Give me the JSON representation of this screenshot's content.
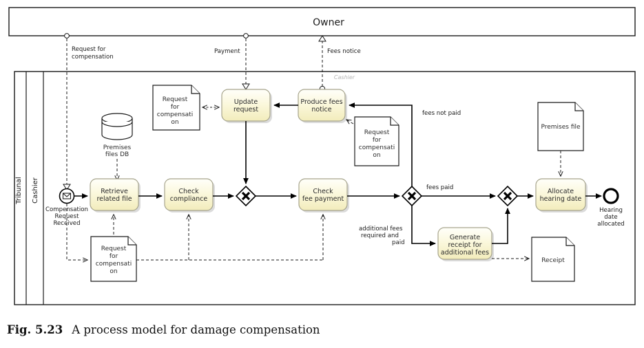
{
  "figure": {
    "number": "Fig. 5.23",
    "caption": "A process model for damage compensation"
  },
  "pools": {
    "owner": {
      "name": "Owner"
    },
    "tribunal": {
      "name": "Tribunal",
      "lane": "Cashier",
      "lane_watermark": "Cashier"
    }
  },
  "message_flows": [
    {
      "id": "mf1",
      "label": "Request for",
      "label2": "compensation"
    },
    {
      "id": "mf2",
      "label": "Payment",
      "label2": ""
    },
    {
      "id": "mf3",
      "label": "Fees notice",
      "label2": ""
    }
  ],
  "events": {
    "start": {
      "label1": "Compensation",
      "label2": "Request",
      "label3": "Received",
      "icon": "envelope-icon"
    },
    "end": {
      "label1": "Hearing",
      "label2": "date",
      "label3": "allocated"
    }
  },
  "tasks": [
    {
      "id": "t1",
      "line1": "Retrieve",
      "line2": "related file"
    },
    {
      "id": "t2",
      "line1": "Check",
      "line2": "compliance"
    },
    {
      "id": "t3",
      "line1": "Check",
      "line2": "fee payment"
    },
    {
      "id": "t4",
      "line1": "Update",
      "line2": "request"
    },
    {
      "id": "t5",
      "line1": "Produce fees",
      "line2": "notice"
    },
    {
      "id": "t6",
      "line1": "Generate",
      "line2": "receipt for",
      "line3": "additional fees"
    },
    {
      "id": "t7",
      "line1": "Allocate",
      "line2": "hearing date"
    }
  ],
  "data_objects": [
    {
      "id": "d1",
      "line1": "Request",
      "line2": "for",
      "line3": "compensati",
      "line4": "on"
    },
    {
      "id": "d2",
      "line1": "Request",
      "line2": "for",
      "line3": "compensati",
      "line4": "on"
    },
    {
      "id": "d3",
      "line1": "Request",
      "line2": "for",
      "line3": "compensati",
      "line4": "on"
    },
    {
      "id": "d4",
      "line1": "Premises file",
      "line2": "",
      "line3": "",
      "line4": ""
    },
    {
      "id": "d5",
      "line1": "Receipt",
      "line2": "",
      "line3": "",
      "line4": ""
    }
  ],
  "data_store": {
    "line1": "Premises",
    "line2": "files DB"
  },
  "gateways": [
    {
      "id": "g1",
      "type": "exclusive",
      "symbol": "X"
    },
    {
      "id": "g2",
      "type": "exclusive",
      "symbol": "X"
    },
    {
      "id": "g3",
      "type": "exclusive",
      "symbol": "X"
    }
  ],
  "flow_labels": [
    {
      "id": "fl1",
      "text": "fees not paid"
    },
    {
      "id": "fl2",
      "text": "fees paid"
    },
    {
      "id": "fl3a",
      "text": "additional fees"
    },
    {
      "id": "fl3b",
      "text": "required and"
    },
    {
      "id": "fl3c",
      "text": "paid"
    }
  ],
  "colors": {
    "task_fill_top": "#fefef6",
    "task_fill_bottom": "#f3eec0",
    "task_stroke": "#a6a48c",
    "line": "#000000",
    "watermark": "#b5b5b5"
  }
}
